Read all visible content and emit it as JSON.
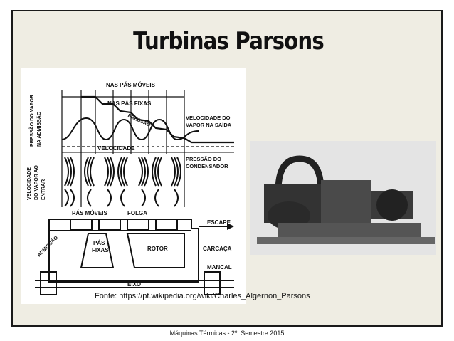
{
  "slide": {
    "title": "Turbinas Parsons",
    "source": "Fonte: https://pt.wikipedia.org/wiki/Charles_Algernon_Parsons",
    "footer": "Máquinas Térmicas - 2º. Semestre 2015"
  },
  "diagram": {
    "labels": {
      "nas_pas_moveis": "NAS PÁS MÓVEIS",
      "nas_pas_fixas": "NAS PÁS FIXAS",
      "pressao": "PRESSÃO",
      "velocidade": "VELOCIDADE",
      "pressao_admissao_1": "PRESSÃO DO VAPOR",
      "pressao_admissao_2": "NA ADMISSÃO",
      "vel_entrar_1": "VELOCIDADE",
      "vel_entrar_2": "DO VAPOR AO",
      "vel_entrar_3": "ENTRAR",
      "vel_saida_1": "VELOCIDADE DO",
      "vel_saida_2": "VAPOR NA SAÍDA",
      "pressao_cond_1": "PRESSÃO DO",
      "pressao_cond_2": "CONDENSADOR",
      "pas_moveis": "PÁS MÓVEIS",
      "folga": "FOLGA",
      "escape": "ESCAPE",
      "admissao": "ADMISSÃO",
      "pas_fixas_1": "PÁS",
      "pas_fixas_2": "FIXAS",
      "rotor": "ROTOR",
      "carcaca": "CARCAÇA",
      "mancal": "MANCAL",
      "eixo": "EIXO"
    }
  }
}
